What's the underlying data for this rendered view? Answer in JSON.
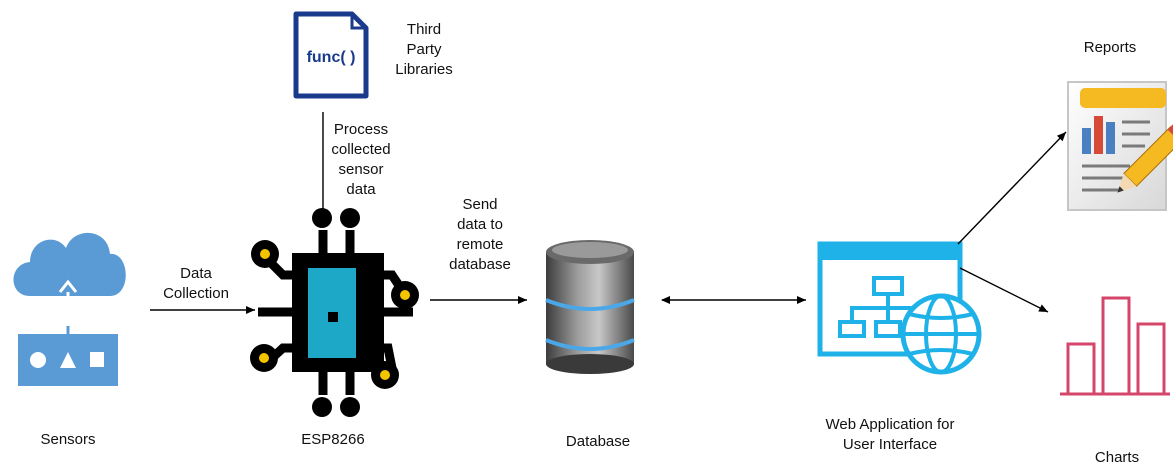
{
  "nodes": {
    "sensors": {
      "label": "Sensors"
    },
    "esp": {
      "label": "ESP8266"
    },
    "database": {
      "label": "Database"
    },
    "webapp": {
      "label": "Web Application for\nUser Interface"
    },
    "reports": {
      "label": "Reports"
    },
    "charts": {
      "label": "Charts"
    },
    "libraries": {
      "label": "Third\nParty\nLibraries",
      "icon_text": "func( )"
    }
  },
  "edges": {
    "data_collection": "Data\nCollection",
    "process": "Process\ncollected\nsensor\ndata",
    "send": "Send\ndata to\nremote\ndatabase"
  },
  "colors": {
    "cloud": "#5b9bd5",
    "chip_body": "#000000",
    "chip_accent": "#f2c500",
    "chip_core": "#1ea8c8",
    "webapp": "#1eb2e8",
    "charts": "#d4466a",
    "func_border": "#1a3a8c"
  }
}
